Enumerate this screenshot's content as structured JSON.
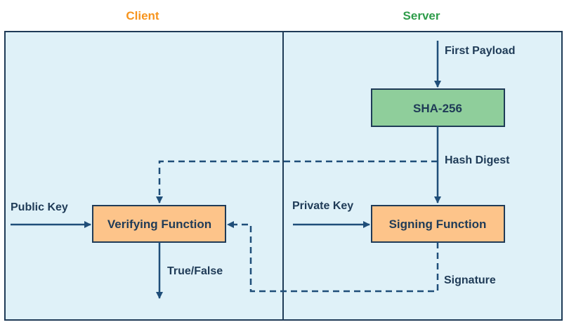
{
  "columns": {
    "client": "Client",
    "server": "Server"
  },
  "nodes": {
    "sha": "SHA-256",
    "verify": "Verifying Function",
    "sign": "Signing Function"
  },
  "edges": {
    "first_payload": "First Payload",
    "hash_digest": "Hash Digest",
    "public_key": "Public Key",
    "private_key": "Private Key",
    "true_false": "True/False",
    "signature": "Signature"
  },
  "colors": {
    "client": "#f7941d",
    "server": "#2e9c4a",
    "panel": "#dff1f8",
    "frame": "#1f3b57",
    "arrow": "#1f4e79",
    "sha_fill": "#8fce9b",
    "box_fill": "#fdc48a",
    "text": "#1f3b57"
  }
}
